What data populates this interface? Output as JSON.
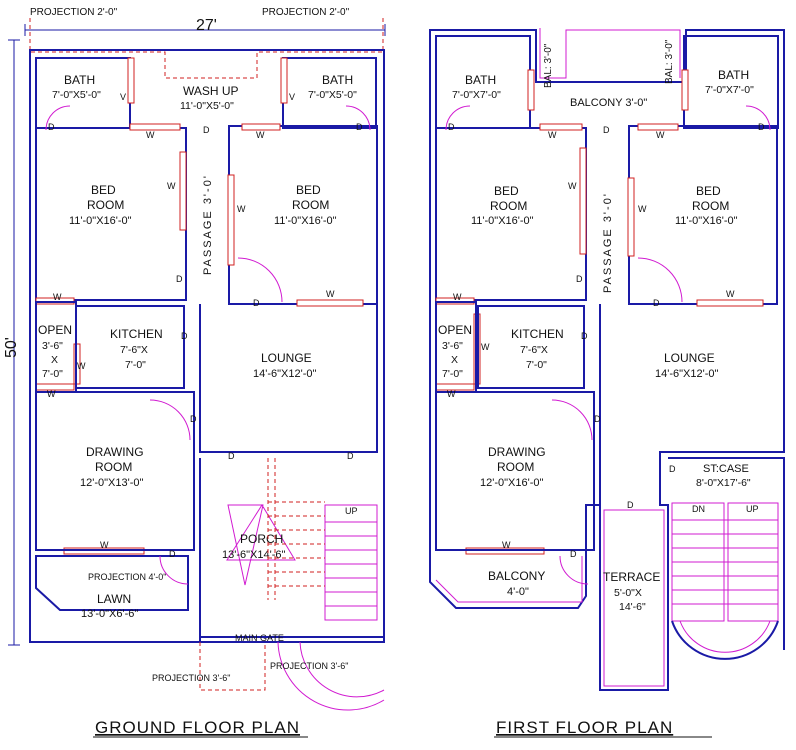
{
  "ground": {
    "title": "GROUND  FLOOR  PLAN",
    "dim_width": "27'",
    "dim_depth": "50'",
    "projection_left": "PROJECTION   2'-0\"",
    "projection_right": "PROJECTION   2'-0\"",
    "bath_left": {
      "name": "BATH",
      "size": "7'-0\"X5'-0\""
    },
    "bath_right": {
      "name": "BATH",
      "size": "7'-0\"X5'-0\""
    },
    "wash_up": {
      "name": "WASH UP",
      "size": "11'-0\"X5'-0\""
    },
    "bed_left": {
      "name1": "BED",
      "name2": "ROOM",
      "size": "11'-0\"X16'-0\""
    },
    "bed_right": {
      "name1": "BED",
      "name2": "ROOM",
      "size": "11'-0\"X16'-0\""
    },
    "passage": "PASSAGE  3'-0'",
    "open": {
      "name": "OPEN",
      "l1": "3'-6\"",
      "l2": "X",
      "l3": "7'-0\""
    },
    "kitchen": {
      "name": "KITCHEN",
      "l1": "7'-6\"X",
      "l2": "7'-0\""
    },
    "lounge": {
      "name": "LOUNGE",
      "size": "14'-6\"X12'-0\""
    },
    "drawing": {
      "name1": "DRAWING",
      "name2": "ROOM",
      "size": "12'-0\"X13'-0\""
    },
    "porch": {
      "name": "PORCH",
      "size": "13'-6\"X14'-6\""
    },
    "projection_lawn": "PROJECTION  4'-0\"",
    "lawn": {
      "name": "LAWN",
      "size": "13'-0\"X6'-6\""
    },
    "main_gate": "MAIN GATE",
    "projection_bottom_left": "PROJECTION  3'-6\"",
    "projection_bottom_right": "PROJECTION  3'-6\"",
    "up": "UP"
  },
  "first": {
    "title": "FIRST  FLOOR  PLAN",
    "bath_left": {
      "name": "BATH",
      "size": "7'-0\"X7'-0\""
    },
    "bath_right": {
      "name": "BATH",
      "size": "7'-0\"X7'-0\""
    },
    "bal_left": "BAL: 3'-0\"",
    "bal_right": "BAL: 3'-0\"",
    "balcony_top": "BALCONY  3'-0\"",
    "bed_left": {
      "name1": "BED",
      "name2": "ROOM",
      "size": "11'-0\"X16'-0\""
    },
    "bed_right": {
      "name1": "BED",
      "name2": "ROOM",
      "size": "11'-0\"X16'-0\""
    },
    "passage": "PASSAGE  3'-0'",
    "open": {
      "name": "OPEN",
      "l1": "3'-6\"",
      "l2": "X",
      "l3": "7'-0\""
    },
    "kitchen": {
      "name": "KITCHEN",
      "l1": "7'-6\"X",
      "l2": "7'-0\""
    },
    "lounge": {
      "name": "LOUNGE",
      "size": "14'-6\"X12'-0\""
    },
    "drawing": {
      "name1": "DRAWING",
      "name2": "ROOM",
      "size": "12'-0\"X16'-0\""
    },
    "stcase": {
      "name": "ST:CASE",
      "size": "8'-0\"X17'-6\""
    },
    "dn": "DN",
    "up": "UP",
    "balcony_bottom": {
      "name": "BALCONY",
      "size": "4'-0\""
    },
    "terrace": {
      "name": "TERRACE",
      "l1": "5'-0\"X",
      "l2": "14'-6\""
    }
  },
  "marks": {
    "door": "D",
    "window": "W",
    "vent": "V"
  }
}
